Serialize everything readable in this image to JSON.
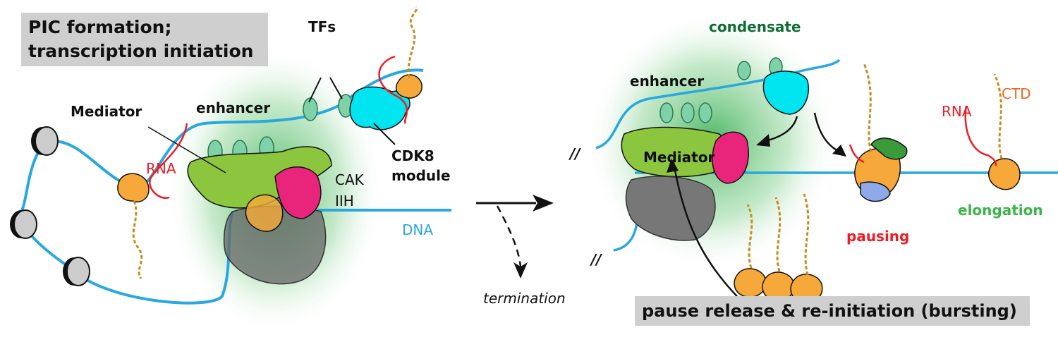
{
  "left_panel": {
    "title_line1": "PIC formation;",
    "title_line2": "transcription initiation",
    "labels": {
      "tfs": "TFs",
      "enhancer": "enhancer",
      "mediator": "Mediator",
      "rna": "RNA",
      "cdk8_line1": "CDK8",
      "cdk8_line2": "module",
      "cak": "CAK",
      "iih": "IIH",
      "dna": "DNA"
    }
  },
  "transition": {
    "termination": "termination"
  },
  "right_panel": {
    "title": "pause release & re-initiation (bursting)",
    "labels": {
      "condensate": "condensate",
      "enhancer": "enhancer",
      "mediator": "Mediator",
      "rna": "RNA",
      "ctd": "CTD",
      "pausing": "pausing",
      "elongation": "elongation",
      "break_mark": "//"
    }
  },
  "colors": {
    "dna": "#29a8e0",
    "condensate": "#3bb54a",
    "mediator": "#8cc63f",
    "cdk8": "#00e5f0",
    "pol2": "#f7a83a",
    "iih": "#e8257a",
    "rna": "#ed1c24",
    "pausing": "#ed1c24",
    "elongation": "#3bb54a",
    "ctd": "#f26522",
    "condensate_text": "#0f6b36"
  }
}
